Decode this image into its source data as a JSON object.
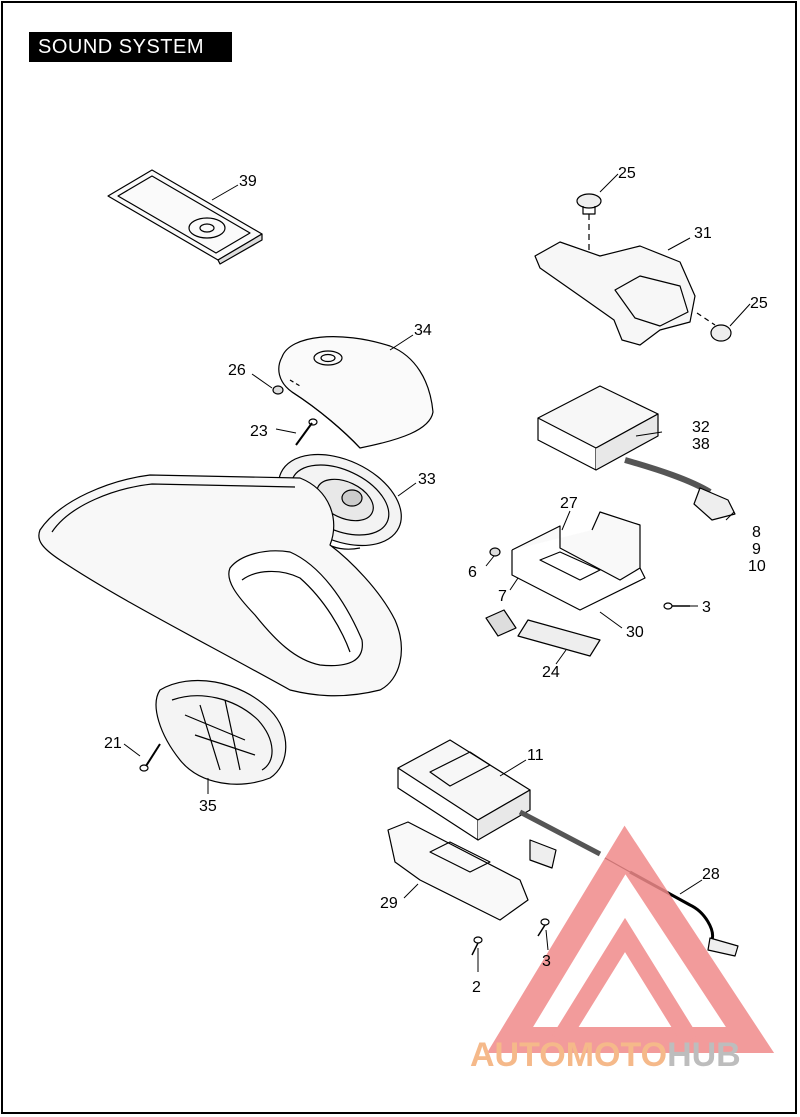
{
  "title": "SOUND SYSTEM",
  "callouts": {
    "c39": "39",
    "c25a": "25",
    "c31": "31",
    "c25b": "25",
    "c34": "34",
    "c26": "26",
    "c23": "23",
    "c33": "33",
    "c32": "32",
    "c38": "38",
    "c27": "27",
    "c8": "8",
    "c9": "9",
    "c10": "10",
    "c6": "6",
    "c7": "7",
    "c3a": "3",
    "c30": "30",
    "c24": "24",
    "c21": "21",
    "c35": "35",
    "c11": "11",
    "c28": "28",
    "c29": "29",
    "c3b": "3",
    "c2": "2"
  },
  "watermark": {
    "part1": "AUTOMOTO",
    "part2": "HUB",
    "color1": "#f5b98a",
    "color2": "#bdbdbd",
    "logo_color": "#f08a8a"
  }
}
